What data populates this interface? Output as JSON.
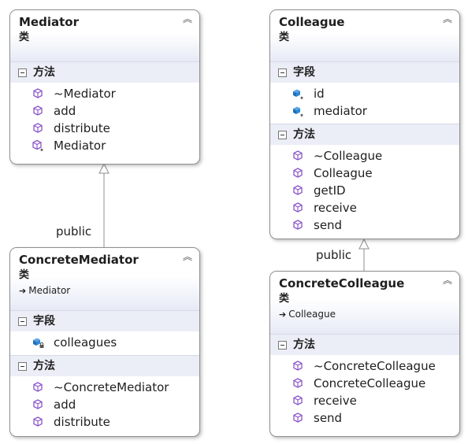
{
  "classes": {
    "mediator": {
      "name": "Mediator",
      "stereotype": "类",
      "methods_title": "方法",
      "methods": [
        "~Mediator",
        "add",
        "distribute",
        "Mediator"
      ]
    },
    "colleague": {
      "name": "Colleague",
      "stereotype": "类",
      "fields_title": "字段",
      "fields": [
        "id",
        "mediator"
      ],
      "methods_title": "方法",
      "methods": [
        "~Colleague",
        "Colleague",
        "getID",
        "receive",
        "send"
      ]
    },
    "concrete_mediator": {
      "name": "ConcreteMediator",
      "stereotype": "类",
      "base": "Mediator",
      "fields_title": "字段",
      "fields": [
        "colleagues"
      ],
      "methods_title": "方法",
      "methods": [
        "~ConcreteMediator",
        "add",
        "distribute"
      ]
    },
    "concrete_colleague": {
      "name": "ConcreteColleague",
      "stereotype": "类",
      "base": "Colleague",
      "methods_title": "方法",
      "methods": [
        "~ConcreteColleague",
        "ConcreteColleague",
        "receive",
        "send"
      ]
    }
  },
  "connectors": {
    "mediator_inheritance": "public",
    "colleague_inheritance": "public"
  },
  "icons": {
    "method": "method-cube-icon",
    "protected_method": "protected-method-cube-icon",
    "protected_field": "protected-field-icon",
    "private_field": "private-field-icon",
    "base_class_arrow": "inherits-arrow-icon",
    "collapse": "collapse-chevron-icon",
    "section_toggle": "minus-toggle-icon"
  },
  "colors": {
    "header_gradient_end": "#e7eaf6",
    "section_background": "#ebeef6",
    "method_icon": "#8a54c8",
    "field_icon": "#2277c4",
    "border": "#8e8e8e"
  }
}
